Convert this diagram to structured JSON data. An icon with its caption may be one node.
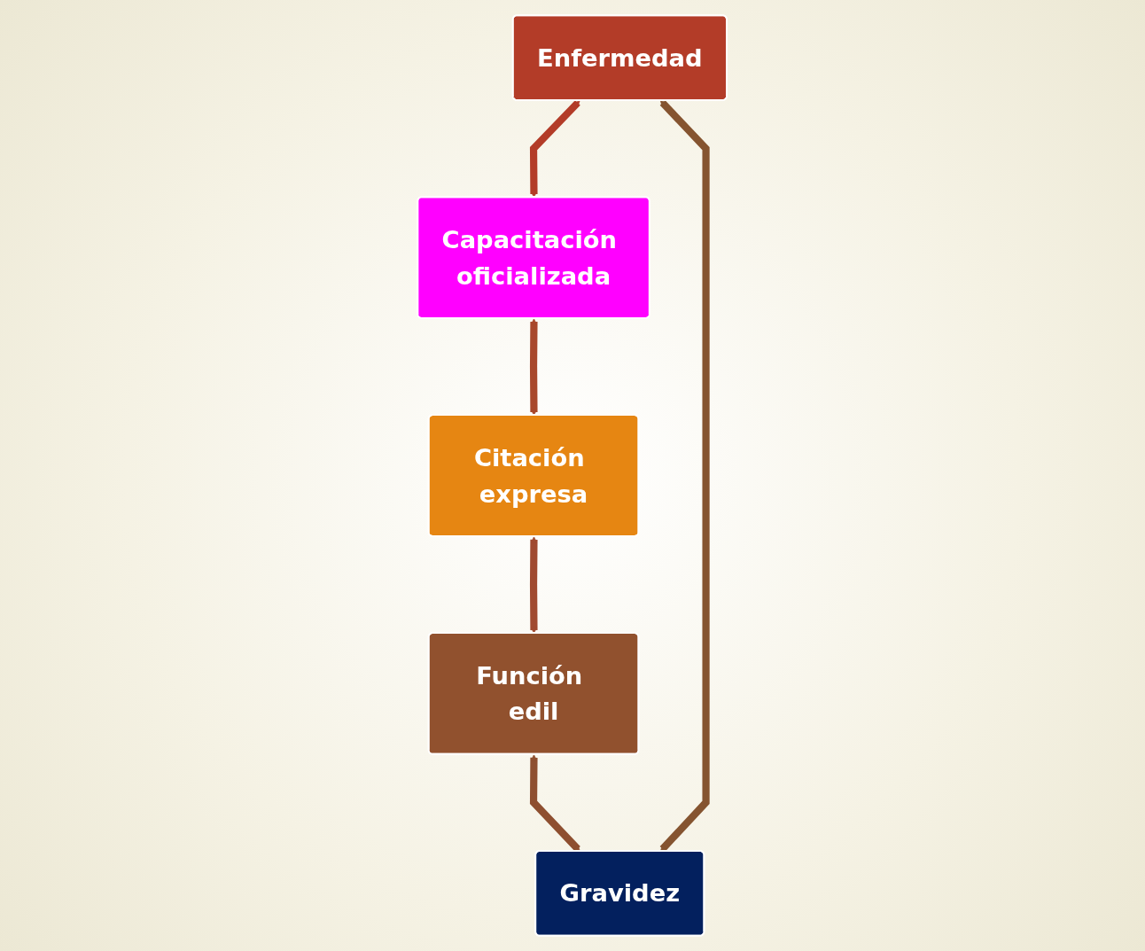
{
  "diagram": {
    "nodes": [
      {
        "text": [
          "Enfermedad"
        ]
      },
      {
        "text": [
          "Capacitación oficializada"
        ]
      },
      {
        "text": [
          "Citación expresa"
        ]
      },
      {
        "text": [
          "Función edil"
        ]
      },
      {
        "text": [
          "Gravidez"
        ]
      }
    ],
    "edges": [
      {
        "from": 0,
        "to": 1,
        "arrow": "both",
        "color": "#b33c28"
      },
      {
        "from": 1,
        "to": 2,
        "arrow": "both",
        "color": "#a8482c"
      },
      {
        "from": 2,
        "to": 3,
        "arrow": "both",
        "color": "#a04a30"
      },
      {
        "from": 3,
        "to": 4,
        "arrow": "both",
        "color": "#8e4f30"
      },
      {
        "from": 4,
        "to": 0,
        "arrow": "both",
        "color": "#855430"
      }
    ]
  }
}
